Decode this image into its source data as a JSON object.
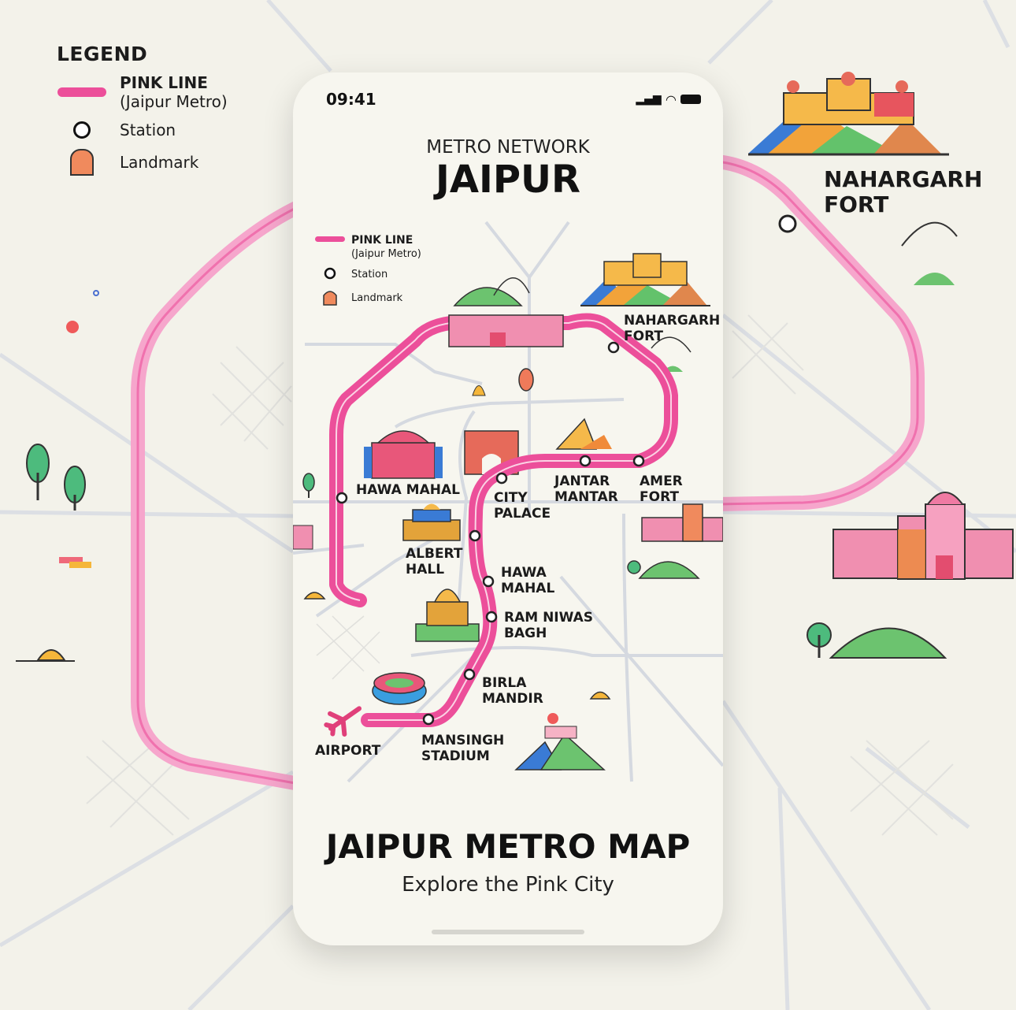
{
  "legend": {
    "title": "LEGEND",
    "items": [
      {
        "label": "PINK LINE",
        "sub": "(Jaipur Metro)"
      },
      {
        "label": "Station"
      },
      {
        "label": "Landmark"
      }
    ]
  },
  "outer_map": {
    "landmark_label_1": "NAHARGARH",
    "landmark_label_2": "FORT"
  },
  "phone": {
    "time": "09:41",
    "subtitle": "METRO NETWORK",
    "title": "JAIPUR",
    "mini_legend": {
      "line": "PINK LINE",
      "line_sub": "(Jaipur Metro)",
      "station": "Station",
      "landmark": "Landmark"
    },
    "stations": [
      {
        "l1": "NAHARGARH",
        "l2": "FORT"
      },
      {
        "l1": "AMER",
        "l2": "FORT"
      },
      {
        "l1": "JANTAR",
        "l2": "MANTAR"
      },
      {
        "l1": "CITY",
        "l2": "PALACE"
      },
      {
        "l1": "ALBERT",
        "l2": "HALL"
      },
      {
        "l1": "HAWA",
        "l2": "MAHAL"
      },
      {
        "l1": "RAM NIWAS",
        "l2": "BAGH"
      },
      {
        "l1": "BIRLA",
        "l2": "MANDIR"
      },
      {
        "l1": "MANSINGH",
        "l2": "STADIUM"
      },
      {
        "l1": "HAWA MAHAL"
      },
      {
        "l1": "AIRPORT"
      }
    ],
    "footer_title": "JAIPUR METRO MAP",
    "footer_sub": "Explore the Pink City"
  },
  "colors": {
    "pink_line": "#ec4f9a",
    "background": "#f3f2ea",
    "road": "#d5d9e0"
  }
}
